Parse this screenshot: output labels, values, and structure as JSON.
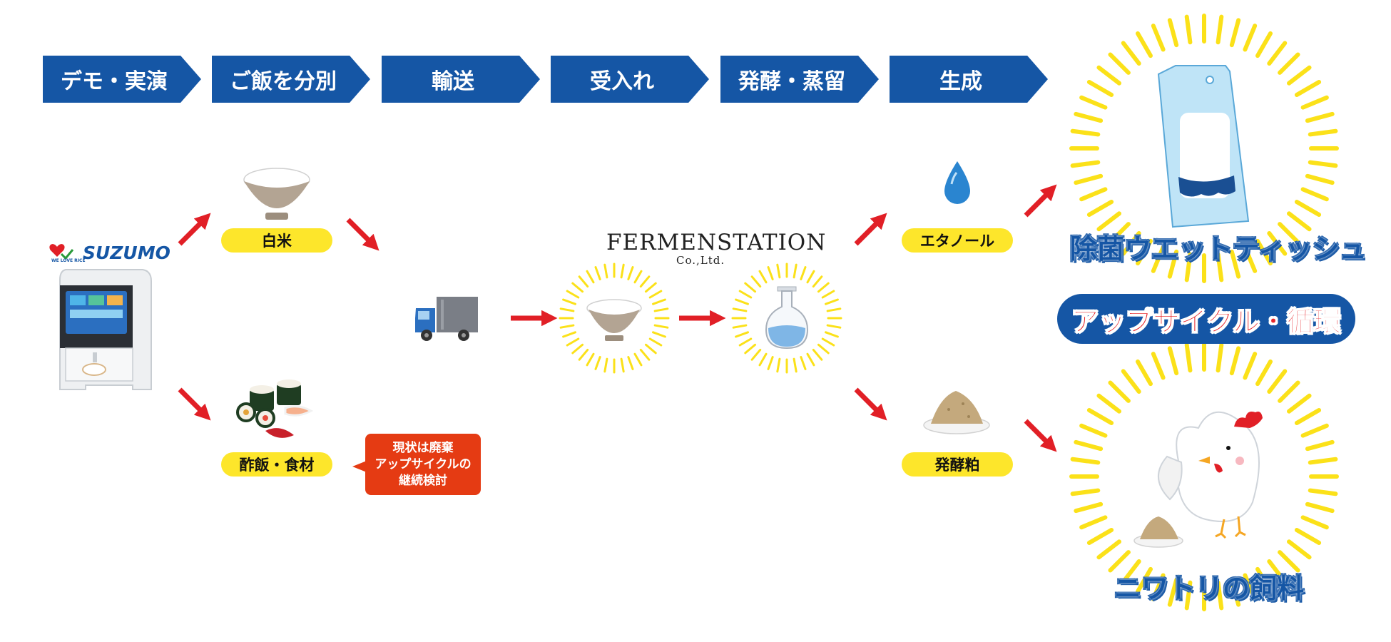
{
  "colors": {
    "step_blue": "#1556a5",
    "pill_yellow": "#fde62b",
    "arrow_red": "#e11f26",
    "callout_red": "#e53b13",
    "burst_yellow": "#fbe119",
    "title_blue": "#1556a5",
    "banner_red": "#e6262b"
  },
  "steps": [
    {
      "label": "デモ・実演"
    },
    {
      "label": "ご飯を分別"
    },
    {
      "label": "輸送"
    },
    {
      "label": "受入れ"
    },
    {
      "label": "発酵・蒸留"
    },
    {
      "label": "生成"
    }
  ],
  "brands": {
    "suzumo": "SUZUMO",
    "suzumo_tagline": "WE LOVE RICE",
    "fermenstation": "FERMENSTATION",
    "fermenstation_sub": "Co.,Ltd."
  },
  "pills": {
    "white_rice": "白米",
    "sushi_rice": "酢飯・食材",
    "ethanol": "エタノール",
    "lees": "発酵粕"
  },
  "callout": {
    "lines": [
      "現状は廃棄",
      "アップサイクルの",
      "継続検討"
    ]
  },
  "outputs": {
    "wet_tissue": "除菌ウエットティッシュ",
    "banner": "アップサイクル・循環",
    "chicken_feed": "ニワトリの飼料"
  },
  "icons": {
    "machine": "sushi-robot-icon",
    "rice_bowl": "rice-bowl-icon",
    "sushi": "sushi-icon",
    "truck": "truck-icon",
    "flask": "flask-icon",
    "drop": "water-drop-icon",
    "lees_plate": "lees-plate-icon",
    "tissue": "wet-tissue-pack-icon",
    "chicken": "chicken-icon"
  }
}
